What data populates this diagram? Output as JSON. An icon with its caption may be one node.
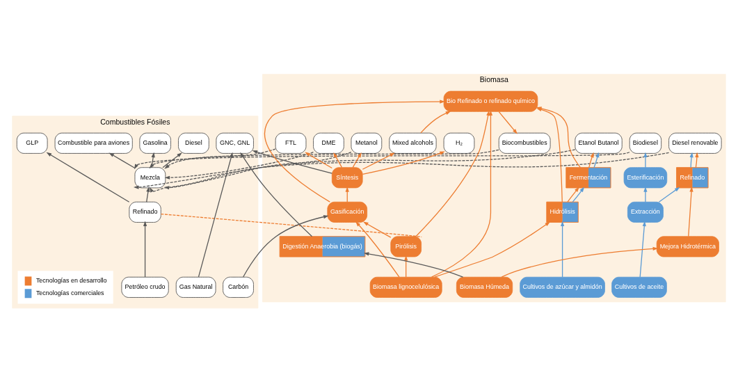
{
  "diagram": {
    "nodes": [
      {
        "text": [
          "Combustibles Fósiles"
        ]
      },
      {
        "text": [
          "GLP"
        ],
        "in": 0
      },
      {
        "text": [
          "Combustible para aviones"
        ],
        "in": 0
      },
      {
        "text": [
          "Gasolina"
        ],
        "in": 0
      },
      {
        "text": [
          "Diesel"
        ],
        "in": 0
      },
      {
        "text": [
          "GNC, GNL"
        ],
        "in": 0
      },
      {
        "text": [
          "Mezcla"
        ],
        "in": 0
      },
      {
        "text": [
          "Refinado"
        ],
        "in": 0
      },
      {
        "text": [
          "Petróleo crudo"
        ],
        "in": 0
      },
      {
        "text": [
          "Gas Natural"
        ],
        "in": 0
      },
      {
        "text": [
          "Carbón"
        ],
        "in": 0
      },
      {
        "text": [
          "Biomasa"
        ]
      },
      {
        "text": [
          "H₂"
        ],
        "in": 11
      },
      {
        "text": [
          "FTL"
        ],
        "in": 11
      },
      {
        "text": [
          "DME"
        ],
        "in": 11
      },
      {
        "text": [
          "Metanol"
        ],
        "in": 11
      },
      {
        "text": [
          "Mixed alcohols"
        ],
        "in": 11
      },
      {
        "text": [
          "Biocombustibles"
        ],
        "in": 11
      },
      {
        "text": [
          "Etanol Butanol"
        ],
        "in": 11
      },
      {
        "text": [
          "Biodiesel"
        ],
        "in": 11
      },
      {
        "text": [
          "Diesel renovable"
        ],
        "in": 11
      },
      {
        "text": [
          "Síntesis"
        ],
        "in": 11
      },
      {
        "text": [
          "Bio Refinado o refinado químico"
        ],
        "in": 11
      },
      {
        "text": [
          "Esterificación"
        ],
        "in": 11
      },
      {
        "text": [
          "Refinado"
        ],
        "in": 11
      },
      {
        "text": [
          "Gasificación"
        ],
        "in": 11
      },
      {
        "text": [
          "Pirólisis"
        ],
        "in": 11
      },
      {
        "text": [
          "Fermentación"
        ],
        "in": 11
      },
      {
        "text": [
          "Extracción"
        ],
        "in": 11
      },
      {
        "text": [
          "Mejora Hidrotérmica"
        ],
        "in": 11
      },
      {
        "text": [
          "Hidrólisis"
        ],
        "in": 11
      },
      {
        "text": [
          "Digestión Anaerobia (biogás)"
        ],
        "in": 11
      },
      {
        "text": [
          "Biomasa lignocelulósica"
        ],
        "in": 11
      },
      {
        "text": [
          "Cultivos de azúcar y almidón"
        ],
        "in": 11
      },
      {
        "text": [
          "Cultivos de aceite"
        ],
        "in": 11
      },
      {
        "text": [
          "Biomasa Húmeda"
        ],
        "in": 11
      }
    ],
    "edges": [
      {
        "from": 7,
        "to": 1,
        "arrow": "to",
        "color": "#595959"
      },
      {
        "from": 7,
        "to": 6,
        "arrow": "to",
        "color": "#595959"
      },
      {
        "from": 6,
        "to": 2,
        "arrow": "to",
        "color": "#595959"
      },
      {
        "from": 6,
        "to": 3,
        "arrow": "to",
        "color": "#595959"
      },
      {
        "from": 6,
        "to": 4,
        "arrow": "to",
        "color": "#595959"
      },
      {
        "from": 8,
        "to": 7,
        "arrow": "to",
        "color": "#595959"
      },
      {
        "from": 9,
        "to": 5,
        "arrow": "to",
        "color": "#595959"
      },
      {
        "from": 10,
        "to": 25,
        "arrow": "to",
        "color": "#595959"
      },
      {
        "from": 21,
        "to": 5,
        "arrow": "to",
        "color": "#595959"
      },
      {
        "from": 31,
        "to": 5,
        "arrow": "to",
        "color": "#595959"
      },
      {
        "from": 35,
        "to": 31,
        "arrow": "to",
        "color": "#595959"
      },
      {
        "from": 13,
        "to": 6,
        "arrow": "to",
        "style": "dashed",
        "color": "#595959"
      },
      {
        "from": 14,
        "to": 6,
        "arrow": "to",
        "style": "dashed",
        "color": "#595959"
      },
      {
        "from": 15,
        "to": 6,
        "arrow": "to",
        "style": "dashed",
        "color": "#595959"
      },
      {
        "from": 17,
        "to": 6,
        "arrow": "to",
        "style": "dashed",
        "color": "#595959"
      },
      {
        "from": 18,
        "to": 6,
        "arrow": "to",
        "style": "dashed",
        "color": "#595959"
      },
      {
        "from": 19,
        "to": 6,
        "arrow": "to",
        "style": "dashed",
        "color": "#595959"
      },
      {
        "from": 20,
        "to": 6,
        "arrow": "to",
        "style": "dashed",
        "color": "#595959"
      },
      {
        "from": 7,
        "to": 26,
        "arrow": "none",
        "style": "dashed"
      },
      {
        "from": 26,
        "to": 22,
        "arrow": "to"
      },
      {
        "from": 26,
        "to": 25,
        "arrow": "to"
      },
      {
        "from": 25,
        "to": 21,
        "arrow": "to"
      },
      {
        "from": 25,
        "to": 22,
        "arrow": "to"
      },
      {
        "from": 30,
        "to": 22,
        "arrow": "to"
      },
      {
        "from": 30,
        "to": 27,
        "arrow": "to"
      },
      {
        "from": 30,
        "to": 27,
        "arrow": "to",
        "color": "#5b9bd5"
      },
      {
        "from": 21,
        "to": 12,
        "arrow": "to"
      },
      {
        "from": 21,
        "to": 13,
        "arrow": "to"
      },
      {
        "from": 21,
        "to": 14,
        "arrow": "to"
      },
      {
        "from": 21,
        "to": 15,
        "arrow": "to"
      },
      {
        "from": 21,
        "to": 16,
        "arrow": "to"
      },
      {
        "from": 16,
        "to": 22,
        "arrow": "to"
      },
      {
        "from": 22,
        "to": 17,
        "arrow": "to"
      },
      {
        "from": 27,
        "to": 22,
        "arrow": "to"
      },
      {
        "from": 27,
        "to": 18,
        "arrow": "to"
      },
      {
        "from": 27,
        "to": 18,
        "arrow": "to",
        "color": "#5b9bd5"
      },
      {
        "from": 32,
        "to": 25,
        "arrow": "to"
      },
      {
        "from": 32,
        "to": 26,
        "arrow": "to"
      },
      {
        "from": 32,
        "to": 30,
        "arrow": "to"
      },
      {
        "from": 32,
        "to": 22,
        "arrow": "to"
      },
      {
        "from": 33,
        "to": 30,
        "arrow": "to",
        "color": "#5b9bd5"
      },
      {
        "from": 34,
        "to": 28,
        "arrow": "to",
        "color": "#5b9bd5"
      },
      {
        "from": 28,
        "to": 23,
        "arrow": "to",
        "color": "#5b9bd5"
      },
      {
        "from": 28,
        "to": 24,
        "arrow": "to",
        "color": "#5b9bd5"
      },
      {
        "from": 23,
        "to": 19,
        "arrow": "to",
        "color": "#5b9bd5"
      },
      {
        "from": 24,
        "to": 20,
        "arrow": "to",
        "color": "#5b9bd5"
      },
      {
        "from": 29,
        "to": 24,
        "arrow": "to"
      },
      {
        "from": 24,
        "to": 20,
        "arrow": "to"
      },
      {
        "from": 35,
        "to": 29,
        "arrow": "to"
      }
    ],
    "legend": [
      {
        "text": "Tecnologías en desarrollo",
        "color": "#ed7d31"
      },
      {
        "text": "Tecnologías comerciales",
        "color": "#5b9bd5"
      }
    ]
  }
}
